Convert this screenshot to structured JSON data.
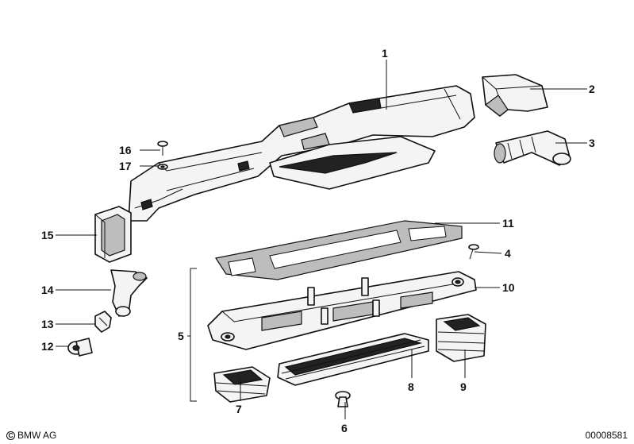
{
  "callouts": {
    "c1": "1",
    "c2": "2",
    "c3": "3",
    "c4": "4",
    "c5": "5",
    "c6": "6",
    "c7": "7",
    "c8": "8",
    "c9": "9",
    "c10": "10",
    "c11": "11",
    "c12": "12",
    "c13": "13",
    "c14": "14",
    "c15": "15",
    "c16": "16",
    "c17": "17"
  },
  "footer": {
    "copyright": "BMW AG",
    "copyright_icon": "copyright-icon",
    "drawing_number": "00008581"
  }
}
